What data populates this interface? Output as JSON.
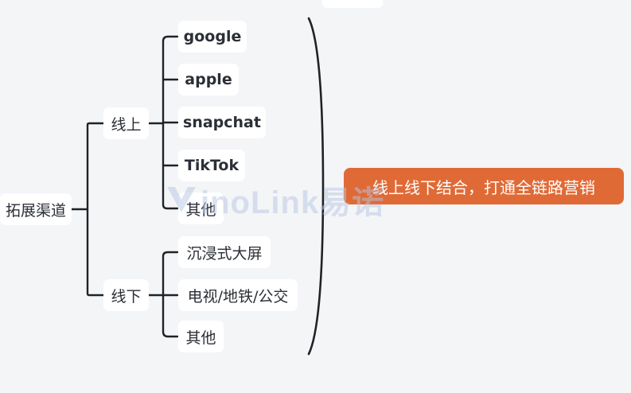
{
  "root": {
    "label": "拓展渠道"
  },
  "branches": {
    "online": {
      "label": "线上",
      "children": [
        "google",
        "apple",
        "snapchat",
        "TikTok",
        "其他"
      ]
    },
    "offline": {
      "label": "线下",
      "children": [
        "沉浸式大屏",
        "电视/地铁/公交",
        "其他"
      ]
    }
  },
  "summary": {
    "label": "线上线下结合，打通全链路营销"
  },
  "watermark": {
    "text": "inoLink易诺"
  },
  "colors": {
    "line": "#1f2227",
    "summary_bg": "#e06a36",
    "node_bg": "#ffffff",
    "background": "#f4f5f7"
  }
}
